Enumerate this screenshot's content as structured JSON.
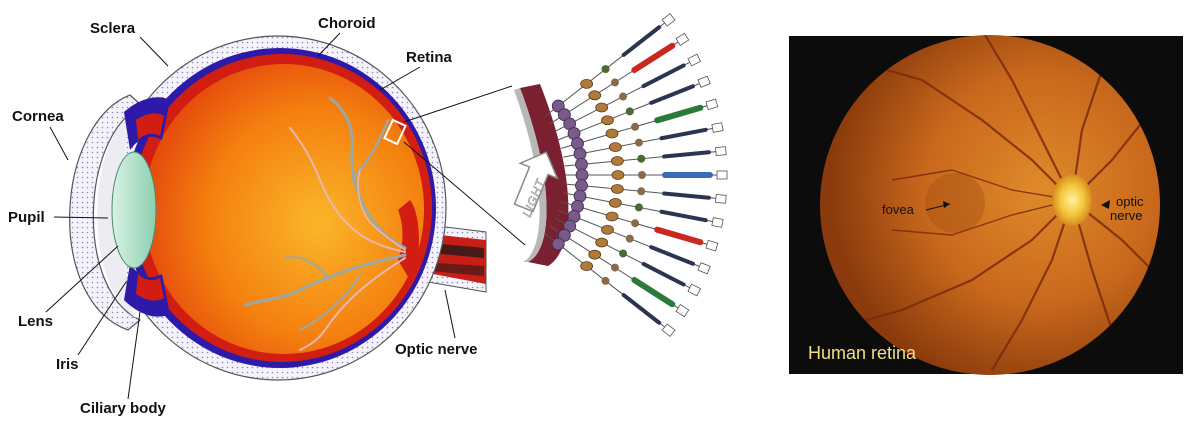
{
  "eye": {
    "labels": {
      "sclera": "Sclera",
      "choroid": "Choroid",
      "retina": "Retina",
      "cornea": "Cornea",
      "pupil": "Pupil",
      "lens": "Lens",
      "iris": "Iris",
      "ciliary_body": "Ciliary body",
      "optic_nerve": "Optic nerve"
    }
  },
  "retina_section": {
    "light_label": "LIGHT"
  },
  "fundus_photo": {
    "caption": "Human retina",
    "fovea": "fovea",
    "optic_nerve_line1": "optic",
    "optic_nerve_line2": "nerve"
  },
  "colors": {
    "sclera": "#2d1aa8",
    "choroid": "#d21e12",
    "vitreous": "#f07a10",
    "lens": "#aee0c8",
    "fundus": "#c26a1e",
    "vessels": "#7a2a0e",
    "optic_disc": "#f2c43a"
  }
}
